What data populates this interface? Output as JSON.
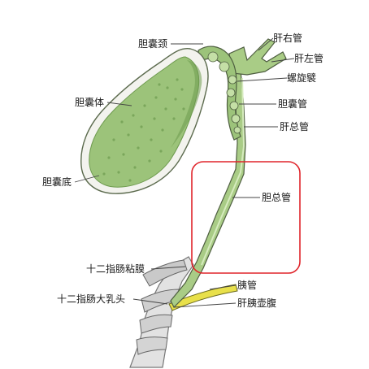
{
  "labels": {
    "gallbladder_neck": "胆囊颈",
    "right_hepatic_duct": "肝右管",
    "left_hepatic_duct": "肝左管",
    "spiral_fold": "螺旋襞",
    "gallbladder_body": "胆囊体",
    "cystic_duct": "胆囊管",
    "common_hepatic_duct": "肝总管",
    "gallbladder_fundus": "胆囊底",
    "common_bile_duct": "胆总管",
    "duodenal_mucosa": "十二指肠粘膜",
    "pancreatic_duct": "胰管",
    "major_duodenal_papilla": "十二指肠大乳头",
    "hepatopancreatic_ampulla": "肝胰壶腹"
  },
  "colors": {
    "organ_fill": "#9cc37a",
    "organ_dark": "#6d9a4e",
    "organ_light": "#c4dfa6",
    "outline": "#5c6b4e",
    "pancreatic_duct": "#e8e04a",
    "highlight_box": "#e0252b",
    "mucosa": "#d4d4d4"
  }
}
